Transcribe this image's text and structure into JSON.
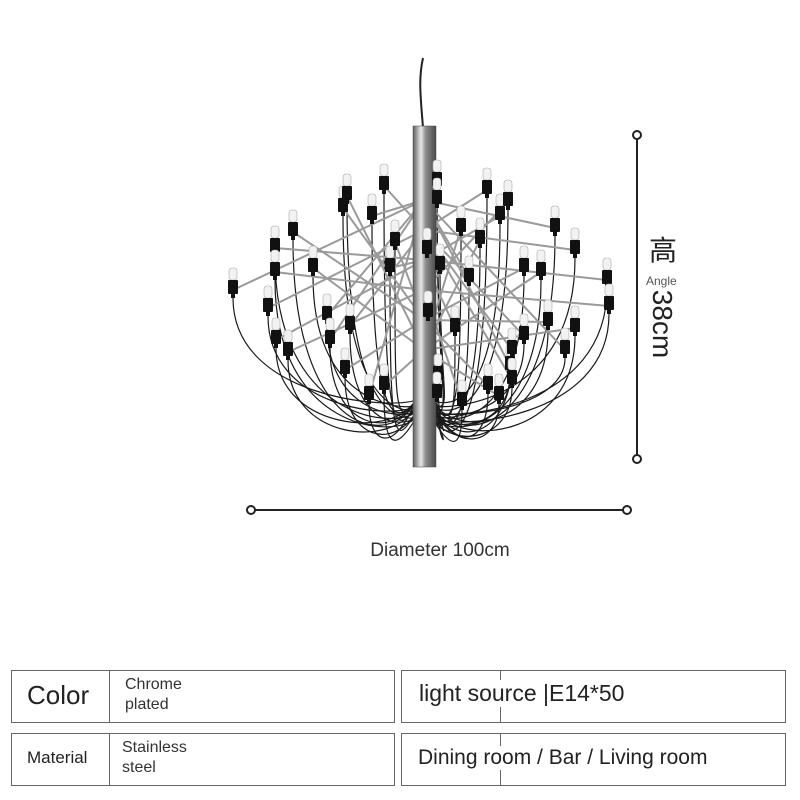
{
  "figure": {
    "height_glyph": "高",
    "height_value": "38cm",
    "angle_note": "Angle",
    "diameter_caption": "Diameter 100cm"
  },
  "colors": {
    "chrome": "#9a9a9a",
    "wire": "#1a1a1a",
    "socket": "#111111",
    "bulb": "#f2f2f2",
    "line": "#222222"
  },
  "specs": {
    "color": {
      "key": "Color",
      "value_lines": [
        "Chrome",
        "plated"
      ]
    },
    "material": {
      "key": "Material",
      "value_lines": [
        "Stainless",
        "steel"
      ]
    },
    "light_source": {
      "text": "light source |E14*50"
    },
    "room": {
      "text": "Dining room / Bar / Living room"
    }
  }
}
